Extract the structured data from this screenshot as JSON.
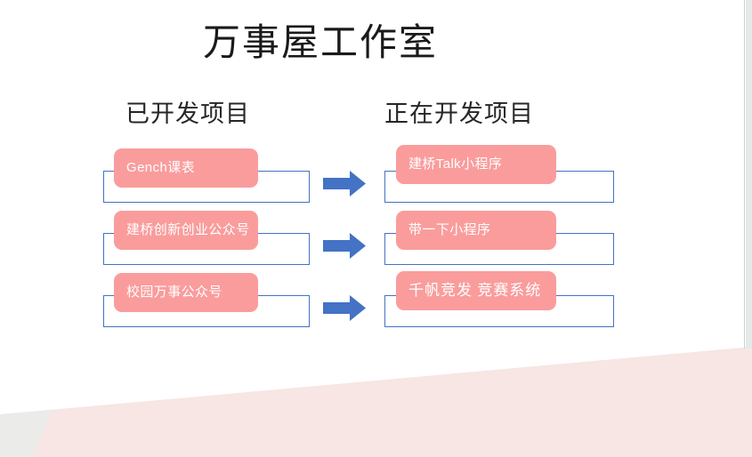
{
  "slide": {
    "title": "万事屋工作室",
    "columns": {
      "left_heading": "已开发项目",
      "right_heading": "正在开发项目"
    },
    "left_items": [
      {
        "label": "Gench课表"
      },
      {
        "label": "建桥创新创业公众号"
      },
      {
        "label": "校园万事公众号"
      }
    ],
    "right_items": [
      {
        "label": "建桥Talk小程序"
      },
      {
        "label": "带一下小程序"
      },
      {
        "label": "千帆竞发 竞赛系统"
      }
    ],
    "arrows": [
      {
        "name": "arrow-row-1"
      },
      {
        "name": "arrow-row-2"
      },
      {
        "name": "arrow-row-3"
      }
    ]
  },
  "colors": {
    "chip_fill": "#fa9c9c",
    "chip_text": "#ffffff",
    "outline_blue": "#4472c4",
    "arrow_blue": "#4472c4",
    "title_text": "#1a1a1a",
    "background": "#ffffff",
    "wedge_pink": "#f7e6e3",
    "edge_gray": "#e4e9e9"
  }
}
